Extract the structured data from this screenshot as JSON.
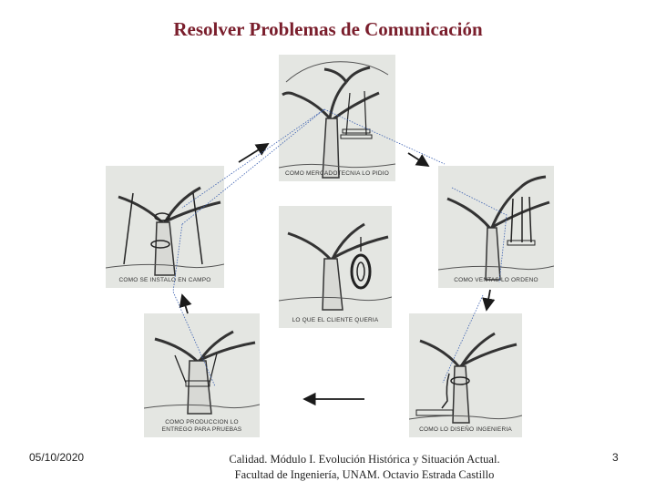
{
  "title": "Resolver Problemas de Comunicación",
  "panels": {
    "marketing": "COMO MERCADOTECNIA LO PIDIO",
    "sales": "COMO VENTAS LO ORDENO",
    "design": "COMO LO DISEÑO INGENIERIA",
    "production_line1": "COMO PRODUCCION LO",
    "production_line2": "ENTREGO PARA PRUEBAS",
    "install": "COMO SE INSTALO EN CAMPO",
    "client": "LO QUE EL CLIENTE QUERIA"
  },
  "footer": {
    "date": "05/10/2020",
    "line1": "Calidad. Módulo I. Evolución Histórica y Situación Actual.",
    "line2": "Facultad de Ingeniería, UNAM. Octavio Estrada Castillo",
    "page": "3"
  },
  "colors": {
    "title": "#7a1e2c",
    "panel_bg": "#e4e6e2",
    "line": "#1a1a1a"
  }
}
